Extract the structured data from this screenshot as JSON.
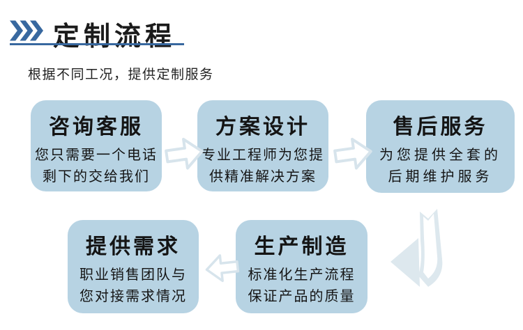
{
  "header": {
    "title": "定制流程",
    "subtitle": "根据不同工况，提供定制服务"
  },
  "steps": [
    {
      "title": "咨询客服",
      "line1": "您只需要一个电话",
      "line2": "剩下的交给我们"
    },
    {
      "title": "方案设计",
      "line1": "专业工程师为您提",
      "line2": "供精准解决方案"
    },
    {
      "title": "售后服务",
      "line1": "为您提供全套的",
      "line2": "后期维护服务"
    },
    {
      "title": "提供需求",
      "line1": "职业销售团队与",
      "line2": "您对接需求情况"
    },
    {
      "title": "生产制造",
      "line1": "标准化生产流程",
      "line2": "保证产品的质量"
    }
  ],
  "icons": {
    "header_icon": "triple-chevron-icon",
    "flow_icons": [
      "arrow-right-icon",
      "arrow-right-icon",
      "arrow-turn-down-left-icon",
      "arrow-left-icon"
    ]
  },
  "colors": {
    "accent": "#38689f",
    "card-fill": "#b7d3e3",
    "arrow-outline": "#d7e4ec",
    "arrow-fill": "#dde8ee",
    "text": "#141414"
  }
}
